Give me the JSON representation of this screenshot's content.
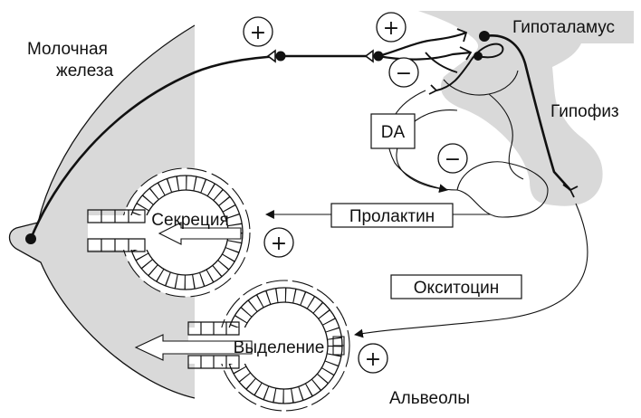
{
  "labels": {
    "mammary": [
      "Молочная",
      "железа"
    ],
    "hypothalamus": "Гипоталамус",
    "pituitary": "Гипофиз",
    "dopamine": "DA",
    "prolactin": "Пролактин",
    "oxytocin": "Окситоцин",
    "secretion": "Секреция",
    "ejection": "Выделение",
    "alveoli": "Альвеолы"
  },
  "signs": {
    "plus": "+",
    "minus": "−"
  },
  "colors": {
    "shade": "#d9d9d9",
    "line": "#111111"
  }
}
